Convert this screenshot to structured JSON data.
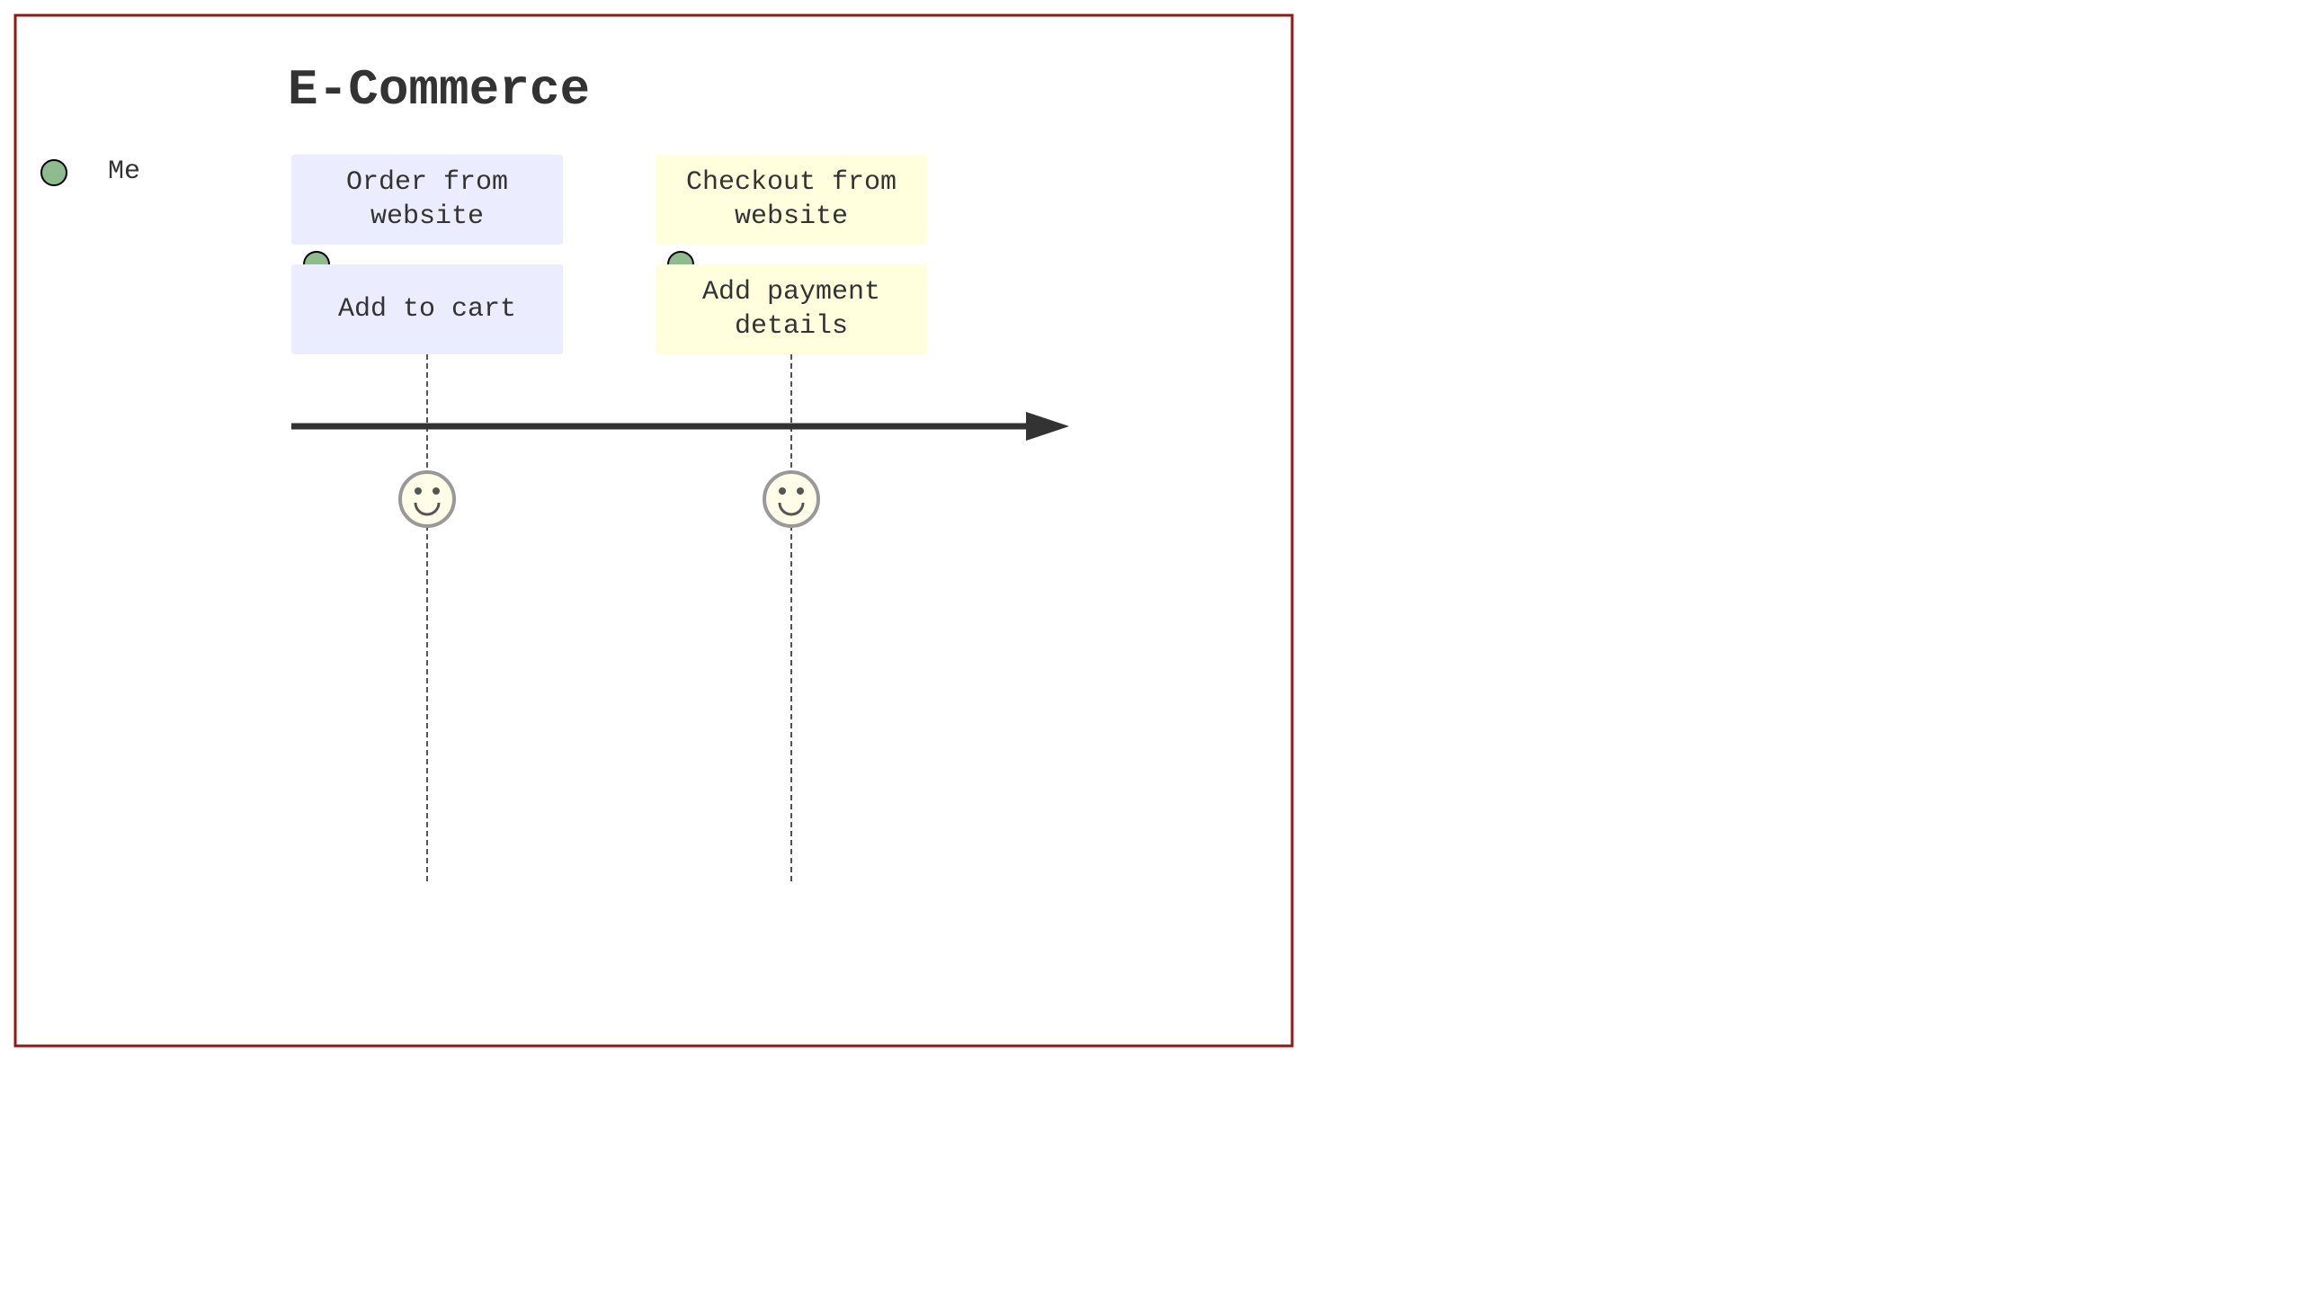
{
  "title": "E-Commerce",
  "actors": [
    {
      "name": "Me",
      "color": "#8fbc8f"
    }
  ],
  "sections": [
    {
      "label": "Order from\nwebsite",
      "color": "#ececff",
      "tasks": [
        {
          "label": "Add to cart",
          "score": 5,
          "actors": [
            "Me"
          ]
        }
      ]
    },
    {
      "label": "Checkout from\nwebsite",
      "color": "#ffffde",
      "tasks": [
        {
          "label": "Add payment\ndetails",
          "score": 5,
          "actors": [
            "Me"
          ]
        }
      ]
    }
  ],
  "colors": {
    "frame": "#8b1a1a",
    "text": "#333333",
    "arrow": "#333333",
    "face_fill": "#fffde8",
    "face_stroke": "#999999"
  }
}
